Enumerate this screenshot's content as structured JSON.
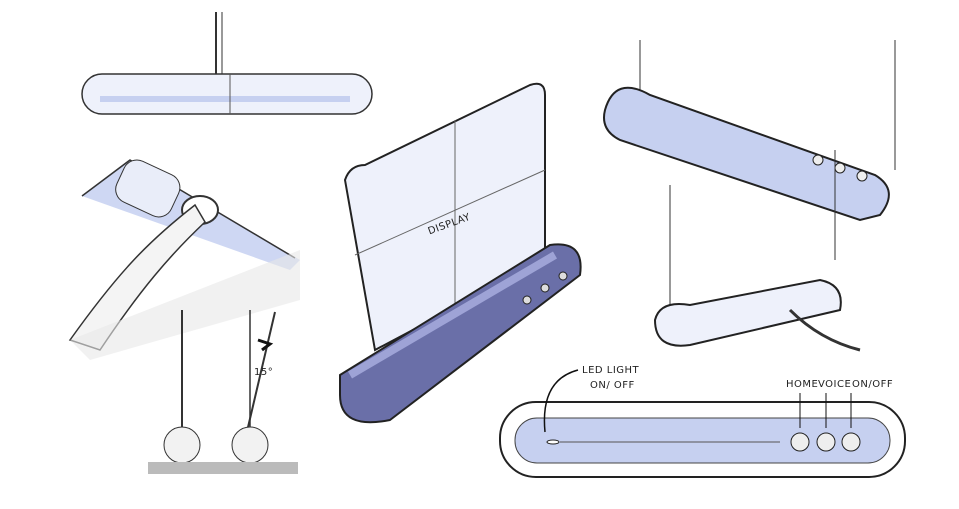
{
  "sketch": {
    "display_label": "DISPLAY",
    "led_label_line1": "LED LIGHT",
    "led_label_line2": "ON/ OFF",
    "home_label": "HOME",
    "voice_label": "VOICE",
    "onoff_label": "ON/OFF",
    "angle_label": "15°"
  },
  "colors": {
    "accent_blue": "#b9c6ee",
    "dark_base": "#6a6fa8",
    "shadow": "#d6d6d6"
  }
}
